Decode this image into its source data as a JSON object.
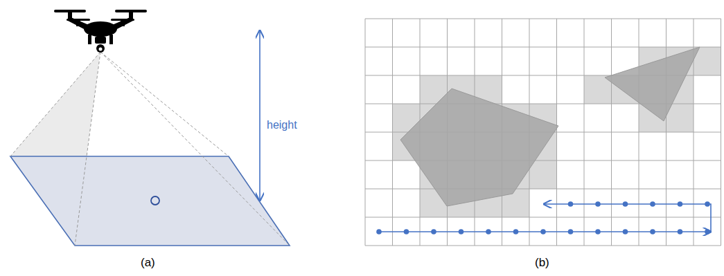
{
  "diagram": {
    "labels": [
      "height",
      "(a)",
      "(b)"
    ]
  }
}
